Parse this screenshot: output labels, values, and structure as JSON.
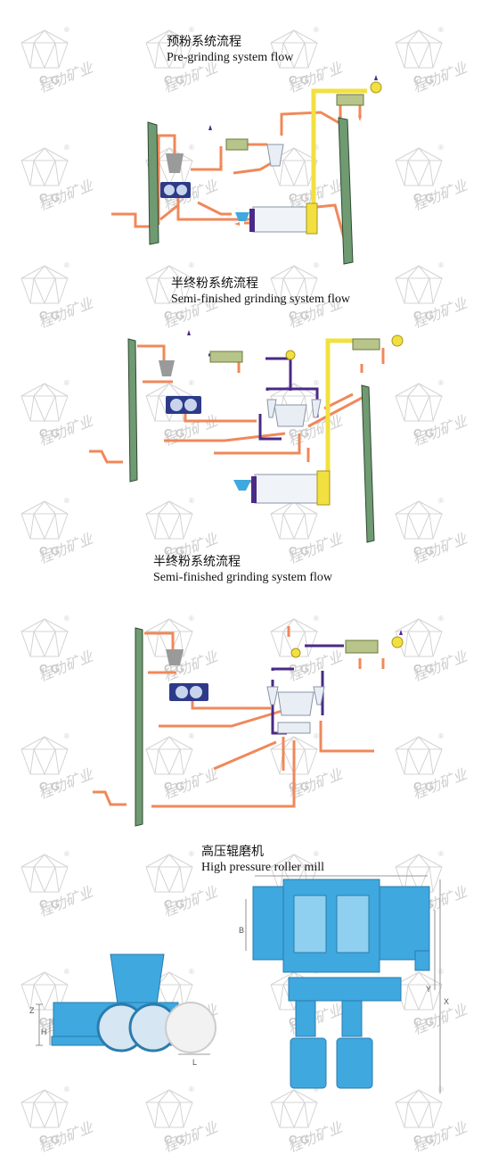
{
  "watermark": {
    "letters": "C  G",
    "text": "程功矿业",
    "reg": "®"
  },
  "sections": [
    {
      "title_zh": "预粉系统流程",
      "title_en": "Pre-grinding system flow"
    },
    {
      "title_zh": "半终粉系统流程",
      "title_en": "Semi-finished grinding system flow"
    },
    {
      "title_zh": "半终粉系统流程",
      "title_en": "Semi-finished grinding system flow"
    },
    {
      "title_zh": "高压辊磨机",
      "title_en": "High pressure roller mill"
    }
  ],
  "dimension_labels": {
    "z": "Z",
    "h": "H",
    "l": "L",
    "b": "B",
    "y": "Y",
    "x": "X"
  },
  "colors": {
    "orange": "#f0885a",
    "yellow": "#f2e040",
    "purple": "#4a2a86",
    "green": "#6f9a72",
    "navy": "#2d3a8a",
    "machine_blue": "#3fa8df"
  }
}
